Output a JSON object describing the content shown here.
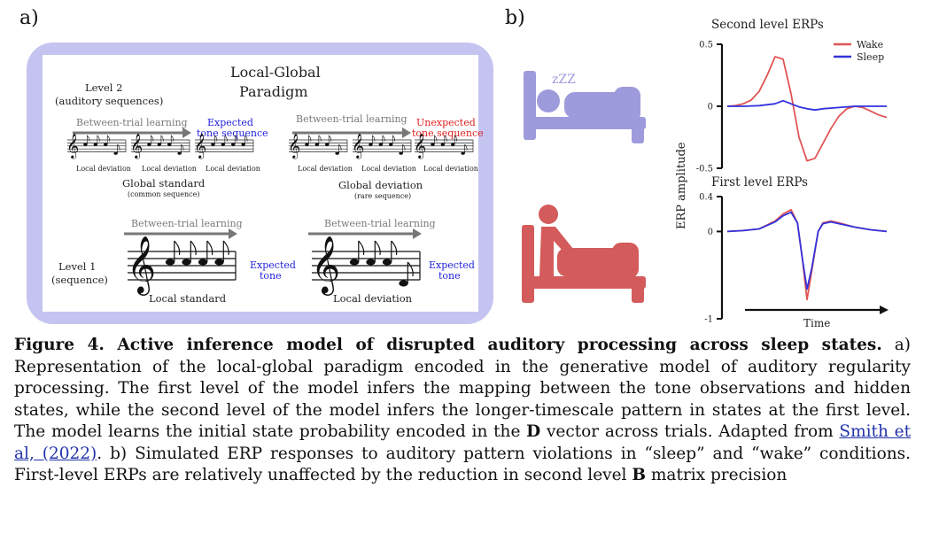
{
  "panel_labels": {
    "a": "a)",
    "b": "b)"
  },
  "paradigm": {
    "title_line1": "Local-Global",
    "title_line2": "Paradigm",
    "level2_line1": "Level 2",
    "level2_line2": "(auditory sequences)",
    "level1_line1": "Level 1",
    "level1_line2": "(sequence)",
    "between_trial": "Between-trial learning",
    "expected_tone_seq_1": "Expected",
    "expected_tone_seq_2": "tone sequence",
    "unexpected_tone_seq_1": "Unexpected",
    "unexpected_tone_seq_2": "tone sequence",
    "local_deviation": "Local deviation",
    "global_standard": "Global standard",
    "common_sequence": "(common sequence)",
    "global_deviation": "Global deviation",
    "rare_sequence": "(rare sequence)",
    "expected_tone_1": "Expected",
    "expected_tone_2": "tone",
    "local_standard": "Local standard",
    "local_deviation_big": "Local deviation"
  },
  "icons": [
    "sleeping-person-in-bed-icon",
    "awake-person-sitting-in-bed-icon"
  ],
  "icon_text": {
    "zzz": "zZZ"
  },
  "colors": {
    "wake": "#e05555",
    "sleep": "#3333dd",
    "frame": "#c5c3ef",
    "sleep_icon": "#9e9bdc",
    "wake_icon": "#d45b5b"
  },
  "chart_data": [
    {
      "type": "line",
      "title": "Second level ERPs",
      "ylabel": "ERP amplitude",
      "xlabel": "",
      "ylim": [
        -0.5,
        0.5
      ],
      "yticks": [
        "0.5",
        "0",
        "-0.5"
      ],
      "legend": [
        "Wake",
        "Sleep"
      ],
      "legend_position": "top-right",
      "series": [
        {
          "name": "Wake",
          "x": [
            0,
            0.05,
            0.1,
            0.15,
            0.2,
            0.25,
            0.3,
            0.35,
            0.4,
            0.45,
            0.5,
            0.55,
            0.6,
            0.65,
            0.7,
            0.75,
            0.8,
            0.85,
            0.9,
            0.95,
            1.0
          ],
          "values": [
            0,
            0.005,
            0.02,
            0.05,
            0.12,
            0.25,
            0.4,
            0.38,
            0.1,
            -0.25,
            -0.44,
            -0.42,
            -0.3,
            -0.18,
            -0.08,
            -0.02,
            0.0,
            -0.01,
            -0.04,
            -0.07,
            -0.09
          ]
        },
        {
          "name": "Sleep",
          "x": [
            0,
            0.1,
            0.2,
            0.3,
            0.35,
            0.4,
            0.45,
            0.5,
            0.55,
            0.6,
            0.7,
            0.8,
            0.9,
            1.0
          ],
          "values": [
            0,
            0.0,
            0.005,
            0.02,
            0.045,
            0.02,
            -0.005,
            -0.02,
            -0.03,
            -0.02,
            -0.01,
            0.0,
            0.0,
            0.0
          ]
        }
      ]
    },
    {
      "type": "line",
      "title": "First level ERPs",
      "ylabel": "ERP amplitude",
      "xlabel": "Time",
      "ylim": [
        -1,
        0.4
      ],
      "yticks": [
        "0.4",
        "0",
        "-1"
      ],
      "series": [
        {
          "name": "Wake",
          "x": [
            0,
            0.1,
            0.2,
            0.3,
            0.35,
            0.4,
            0.44,
            0.47,
            0.5,
            0.53,
            0.57,
            0.6,
            0.65,
            0.7,
            0.8,
            0.9,
            1.0
          ],
          "values": [
            0,
            0.01,
            0.03,
            0.12,
            0.2,
            0.25,
            0.1,
            -0.3,
            -0.78,
            -0.45,
            0.0,
            0.1,
            0.12,
            0.1,
            0.05,
            0.02,
            0.0
          ]
        },
        {
          "name": "Sleep",
          "x": [
            0,
            0.1,
            0.2,
            0.3,
            0.35,
            0.4,
            0.44,
            0.47,
            0.5,
            0.53,
            0.57,
            0.6,
            0.65,
            0.7,
            0.8,
            0.9,
            1.0
          ],
          "values": [
            0,
            0.01,
            0.03,
            0.11,
            0.18,
            0.22,
            0.1,
            -0.3,
            -0.66,
            -0.42,
            0.0,
            0.09,
            0.11,
            0.09,
            0.05,
            0.02,
            0.0
          ]
        }
      ]
    }
  ],
  "caption": {
    "label": "Figure 4. Active inference model of disrupted auditory processing across sleep states.",
    "part_a": " a) Representation of the local-global paradigm encoded in the generative model of auditory regularity processing. The first level of the model infers the mapping between the tone observations and hidden states, while the second level of the model infers the longer-timescale pattern in states at the first level. The model learns the initial state probability encoded in the ",
    "d_bold": "D",
    "part_b": " vector across trials. Adapted from ",
    "link": "Smith et al, (2022)",
    "part_c": ". b) Simulated ERP responses to auditory pattern violations in “sleep” and “wake” conditions. First-level ERPs are relatively unaffected by the reduction in second level ",
    "b_bold": "B",
    "part_d": " matrix precision"
  }
}
